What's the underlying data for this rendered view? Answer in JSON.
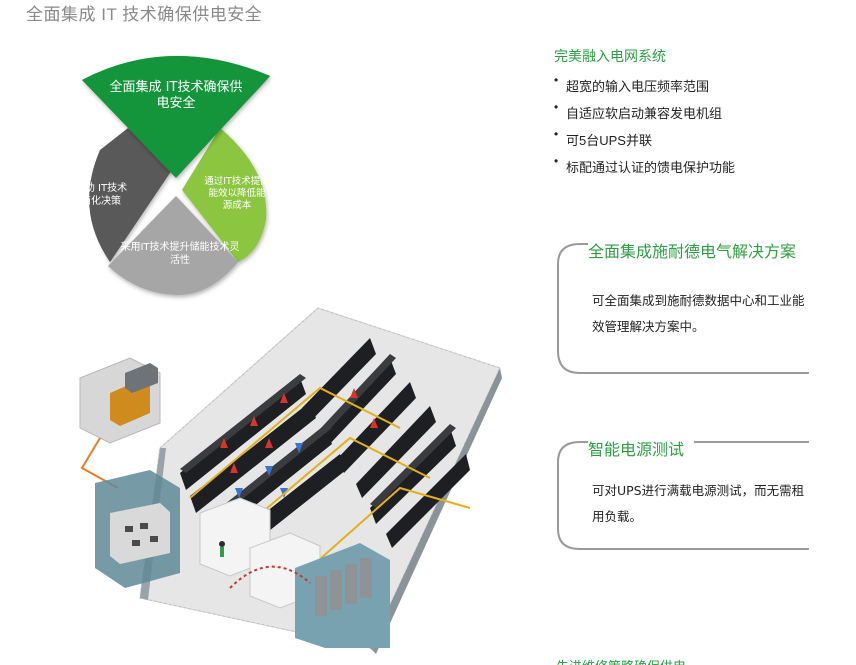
{
  "header": {
    "title": "全面集成 IT 技术确保供电安全"
  },
  "diagram": {
    "top_label": "全面集成 IT技术确保供电安全",
    "left_label": "借助 IT技术简化决策",
    "right_label": "通过IT技术提高能效以降低能源成本",
    "bottom_label": "采用IT技术提升储能技术灵活性",
    "colors": {
      "top": "#14943b",
      "left": "#595959",
      "right": "#8cc63f",
      "bottom": "#a6a6a6"
    }
  },
  "features": {
    "heading": "完美融入电网系统",
    "bullet": "•",
    "items": [
      "超宽的输入电压频率范围",
      "自适应软启动兼容发电机组",
      "可5台UPS并联",
      "标配通过认证的馈电保护功能"
    ]
  },
  "cards": [
    {
      "title": "全面集成施耐德电气解决方案",
      "text": "可全面集成到施耐德数据中心和工业能效管理解决方案中。"
    },
    {
      "title": "智能电源测试",
      "text": "可对UPS进行满载电源测试，而无需租用负载。"
    }
  ],
  "footer_cut": "先进维修策略确保供电"
}
